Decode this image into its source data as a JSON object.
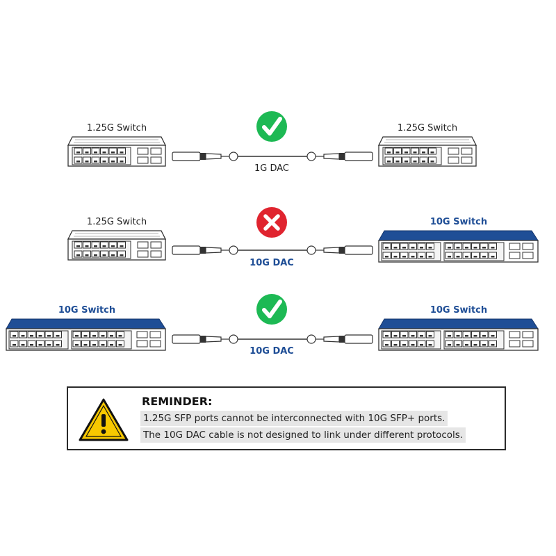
{
  "rows": [
    {
      "left_switch": {
        "label": "1.25G Switch",
        "type": "1.25G"
      },
      "right_switch": {
        "label": "1.25G Switch",
        "type": "1.25G"
      },
      "cable_label": "1G DAC",
      "status": "compatible"
    },
    {
      "left_switch": {
        "label": "1.25G Switch",
        "type": "1.25G"
      },
      "right_switch": {
        "label": "10G Switch",
        "type": "10G"
      },
      "cable_label": "10G DAC",
      "status": "incompatible"
    },
    {
      "left_switch": {
        "label": "10G Switch",
        "type": "10G"
      },
      "right_switch": {
        "label": "10G Switch",
        "type": "10G"
      },
      "cable_label": "10G DAC",
      "status": "compatible"
    }
  ],
  "reminder": {
    "title": "REMINDER:",
    "line1": "1.25G SFP ports cannot be interconnected with 10G SFP+ ports.",
    "line2": "The 10G DAC cable is not designed to link under different protocols."
  },
  "colors": {
    "check": "#1db954",
    "cross": "#e0242f",
    "blue_label": "#1f4e96",
    "switch_blue": "#1f4e96",
    "warning": "#f7c800"
  },
  "icons": {
    "compatible": "check-icon",
    "incompatible": "cross-icon",
    "warning": "warning-triangle-icon"
  }
}
